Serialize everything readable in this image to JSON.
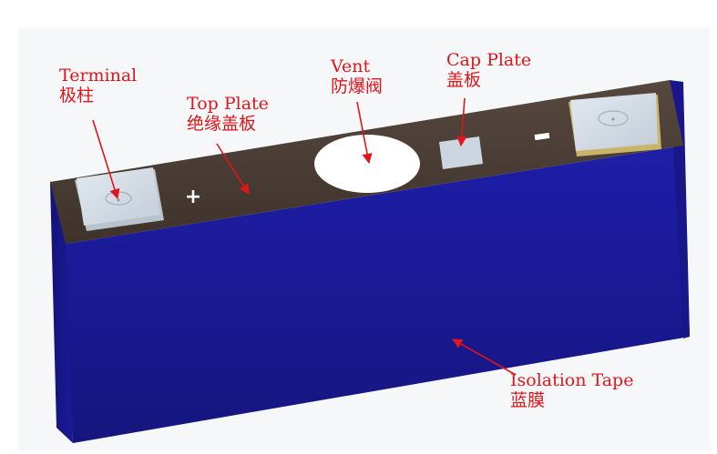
{
  "labels": {
    "terminal": {
      "en": "Terminal",
      "zh": "极柱"
    },
    "top_plate": {
      "en": "Top Plate",
      "zh": "绝缘盖板"
    },
    "vent": {
      "en": "Vent",
      "zh": "防爆阀"
    },
    "cap_plate": {
      "en": "Cap Plate",
      "zh": "盖板"
    },
    "isolation_tape": {
      "en": "Isolation Tape",
      "zh": "蓝膜"
    }
  },
  "symbols": {
    "positive": "+",
    "negative": "-"
  },
  "colors": {
    "label_red": "#e0161b",
    "tape_blue": "#1b1ba0",
    "top_plate_dark": "#4a3c34",
    "terminal_silver": "#d4dde6",
    "vent_white": "#ffffff"
  }
}
